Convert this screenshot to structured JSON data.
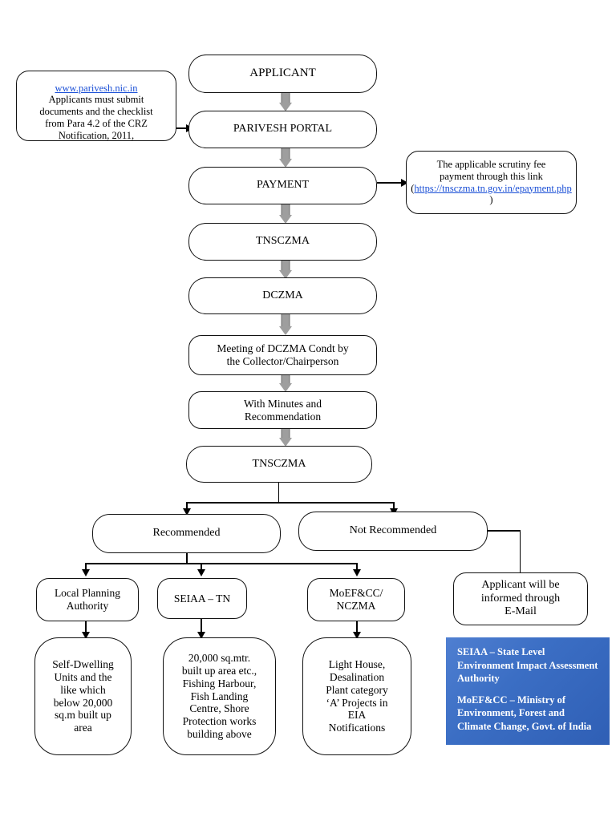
{
  "document": {
    "title": "CRZ Clearance Process Flowchart",
    "background_color": "#ffffff",
    "legend_accent_color": "#3b6ec4",
    "link_color": "#1a4fd6"
  },
  "nodes": {
    "applicant": "APPLICANT",
    "parivesh_portal": "PARIVESH PORTAL",
    "payment": "PAYMENT",
    "tnsczma_1": "TNSCZMA",
    "dczma": "DCZMA",
    "meeting": "Meeting of DCZMA Condt by\nthe Collector/Chairperson",
    "minutes": "With Minutes and\nRecommendation",
    "tnsczma_2": "TNSCZMA",
    "recommended": "Recommended",
    "not_recommended": "Not Recommended",
    "local_planning_authority": "Local Planning\nAuthority",
    "seiaa_tn": "SEIAA – TN",
    "moefcc_nczma": "MoEF&CC/\nNCZMA",
    "applicant_email": "Applicant will be\ninformed through\nE-Mail",
    "self_dwelling": "Self-Dwelling\nUnits and the\nlike which\nbelow 20,000\nsq.m built up\narea",
    "seiaa_projects": "20,000 sq.mtr.\nbuilt up area etc.,\nFishing Harbour,\nFish Landing\nCentre, Shore\nProtection works\nbuilding above",
    "moefcc_projects": "Light House,\nDesalination\nPlant category\n‘A’ Projects in\nEIA\nNotifications"
  },
  "notes": {
    "parivesh_note": {
      "link_text": "www.parivesh.nic.in",
      "body": "Applicants must submit\ndocuments and the checklist\nfrom Para 4.2 of the CRZ\nNotification, 2011,"
    },
    "payment_note": {
      "line1": "The applicable scrutiny fee",
      "line2": "payment through this link",
      "open_paren": "(",
      "link_text": "https://tnsczma.tn.gov.in/epayment.php",
      "close_paren": " )"
    }
  },
  "legend": {
    "entry_1": "SEIAA – State Level Environment Impact Assessment Authority",
    "entry_2": "MoEF&CC – Ministry of Environment, Forest and Climate Change, Govt. of India"
  }
}
